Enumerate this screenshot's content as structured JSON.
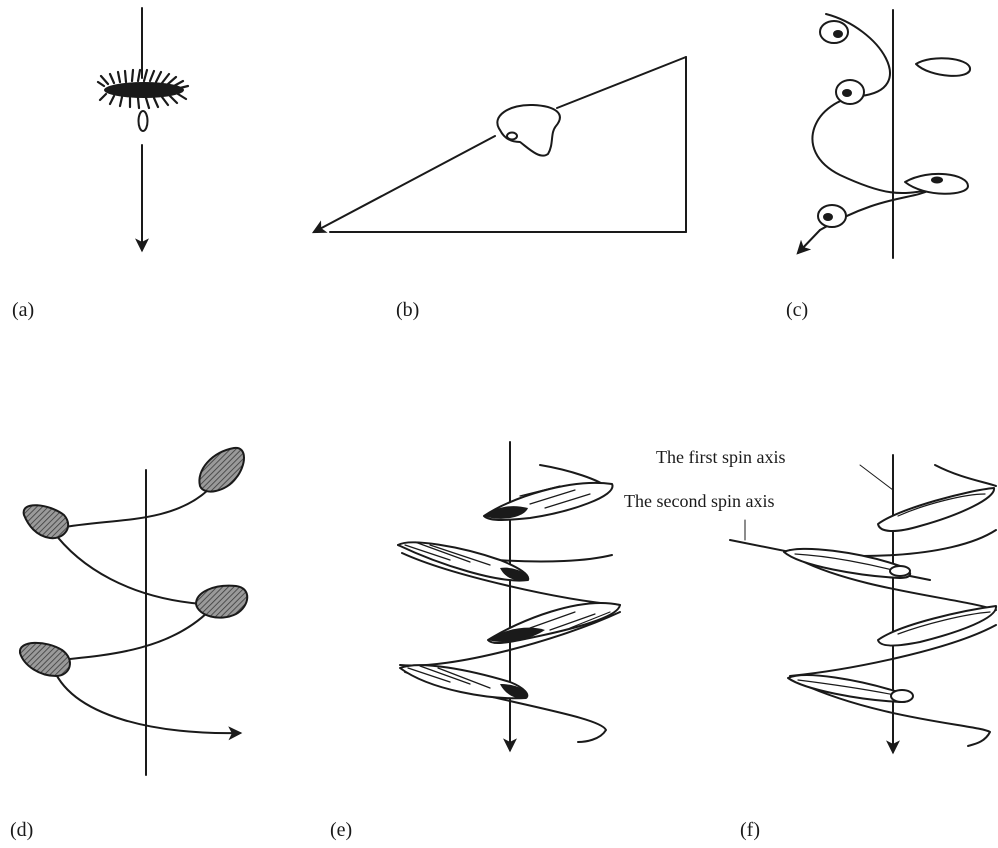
{
  "figure": {
    "panels": [
      {
        "id": "a",
        "label": "(a)"
      },
      {
        "id": "b",
        "label": "(b)"
      },
      {
        "id": "c",
        "label": "(c)"
      },
      {
        "id": "d",
        "label": "(d)"
      },
      {
        "id": "e",
        "label": "(e)"
      },
      {
        "id": "f",
        "label": "(f)"
      }
    ],
    "annotations": {
      "first_spin_axis": "The first spin axis",
      "second_spin_axis": "The second spin axis"
    },
    "colors": {
      "ink": "#1a1a1a",
      "shade": "#777777",
      "background": "#ffffff"
    }
  }
}
